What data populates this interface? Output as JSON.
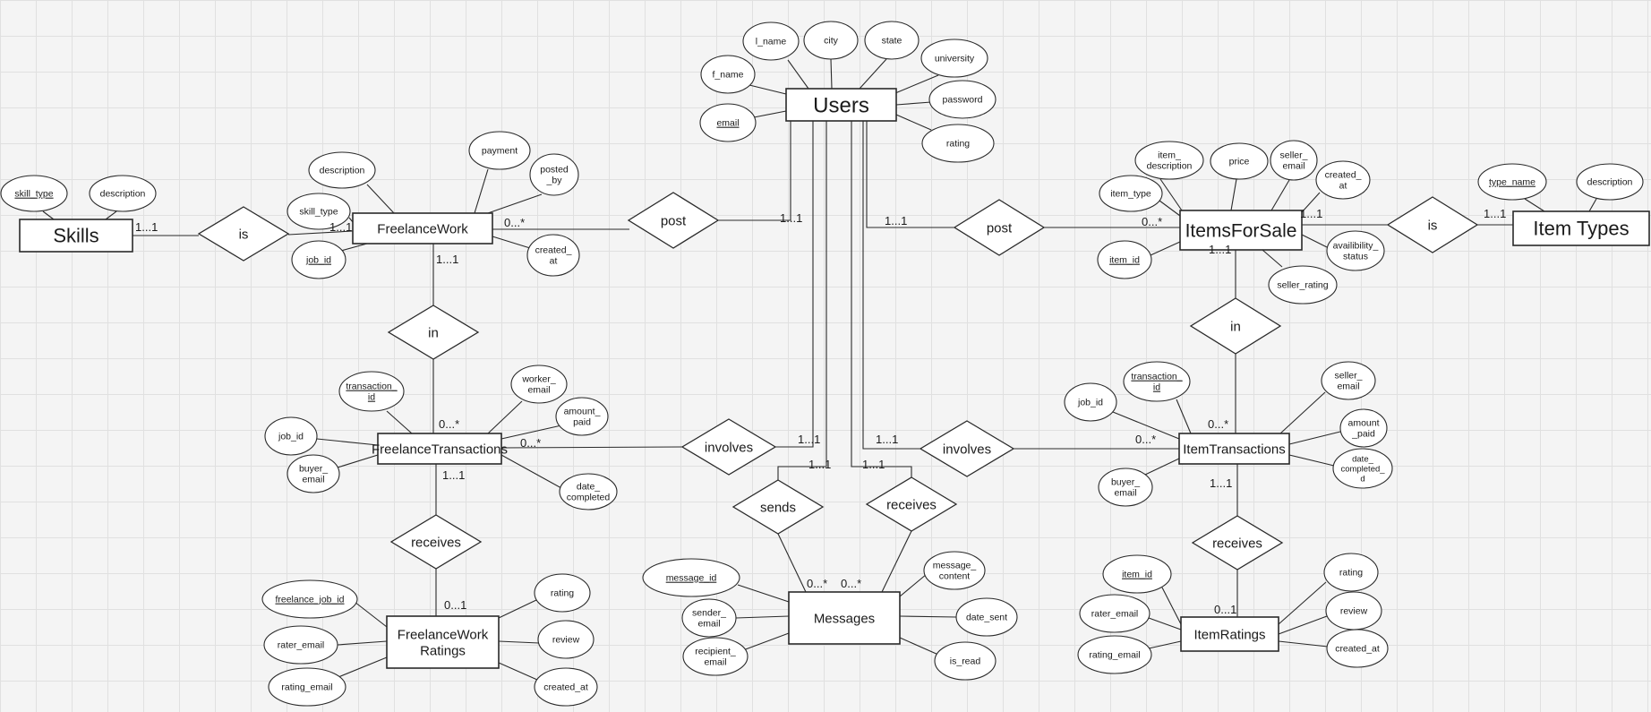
{
  "entities": [
    {
      "id": "users",
      "label": [
        "Users"
      ]
    },
    {
      "id": "skills",
      "label": [
        "Skills"
      ]
    },
    {
      "id": "freelance-work",
      "label": [
        "FreelanceWork"
      ]
    },
    {
      "id": "items-for-sale",
      "label": [
        "ItemsForSale"
      ]
    },
    {
      "id": "item-types",
      "label": [
        "Item Types"
      ]
    },
    {
      "id": "freelance-transactions",
      "label": [
        "FreelanceTransactions"
      ]
    },
    {
      "id": "item-transactions",
      "label": [
        "ItemTransactions"
      ]
    },
    {
      "id": "messages",
      "label": [
        "Messages"
      ]
    },
    {
      "id": "freelance-work-ratings",
      "label": [
        "FreelanceWork",
        "Ratings"
      ]
    },
    {
      "id": "item-ratings",
      "label": [
        "ItemRatings"
      ]
    }
  ],
  "relationships": [
    {
      "id": "is-skills",
      "label": "is"
    },
    {
      "id": "post-freelance",
      "label": "post"
    },
    {
      "id": "post-items",
      "label": "post"
    },
    {
      "id": "is-item-types",
      "label": "is"
    },
    {
      "id": "in-freelance",
      "label": "in"
    },
    {
      "id": "in-items",
      "label": "in"
    },
    {
      "id": "involves-freelance",
      "label": "involves"
    },
    {
      "id": "involves-items",
      "label": "involves"
    },
    {
      "id": "sends",
      "label": "sends"
    },
    {
      "id": "receives-messages",
      "label": "receives"
    },
    {
      "id": "receives-freelance-ratings",
      "label": "receives"
    },
    {
      "id": "receives-item-ratings",
      "label": "receives"
    }
  ],
  "attributes": [
    {
      "id": "users-l-name",
      "lines": [
        "l_name"
      ],
      "key": false
    },
    {
      "id": "users-city",
      "lines": [
        "city"
      ],
      "key": false
    },
    {
      "id": "users-state",
      "lines": [
        "state"
      ],
      "key": false
    },
    {
      "id": "users-f-name",
      "lines": [
        "f_name"
      ],
      "key": false
    },
    {
      "id": "users-university",
      "lines": [
        "university"
      ],
      "key": false
    },
    {
      "id": "users-email",
      "lines": [
        "email"
      ],
      "key": true
    },
    {
      "id": "users-password",
      "lines": [
        "password"
      ],
      "key": false
    },
    {
      "id": "users-rating",
      "lines": [
        "rating"
      ],
      "key": false
    },
    {
      "id": "skills-skill-type",
      "lines": [
        "skill_type"
      ],
      "key": true
    },
    {
      "id": "skills-description",
      "lines": [
        "description"
      ],
      "key": false
    },
    {
      "id": "fw-payment",
      "lines": [
        "payment"
      ],
      "key": false
    },
    {
      "id": "fw-description",
      "lines": [
        "description"
      ],
      "key": false
    },
    {
      "id": "fw-posted-by",
      "lines": [
        "posted",
        "_by"
      ],
      "key": false
    },
    {
      "id": "fw-skill-type",
      "lines": [
        "skill_type"
      ],
      "key": false
    },
    {
      "id": "fw-job-id",
      "lines": [
        "job_id"
      ],
      "key": true
    },
    {
      "id": "fw-created-at",
      "lines": [
        "created_",
        "at"
      ],
      "key": false
    },
    {
      "id": "ifs-item-description",
      "lines": [
        "item_",
        "description"
      ],
      "key": false
    },
    {
      "id": "ifs-price",
      "lines": [
        "price"
      ],
      "key": false
    },
    {
      "id": "ifs-seller-email",
      "lines": [
        "seller_",
        "email"
      ],
      "key": false
    },
    {
      "id": "ifs-created-at",
      "lines": [
        "created_",
        "at"
      ],
      "key": false
    },
    {
      "id": "ifs-item-type",
      "lines": [
        "item_type"
      ],
      "key": false
    },
    {
      "id": "ifs-item-id",
      "lines": [
        "item_id"
      ],
      "key": true
    },
    {
      "id": "ifs-availability-status",
      "lines": [
        "availibility_",
        "status"
      ],
      "key": false
    },
    {
      "id": "ifs-seller-rating",
      "lines": [
        "seller_rating"
      ],
      "key": false
    },
    {
      "id": "it-type-name",
      "lines": [
        "type_name"
      ],
      "key": true
    },
    {
      "id": "it-description",
      "lines": [
        "description"
      ],
      "key": false
    },
    {
      "id": "ft-transaction-id",
      "lines": [
        "transaction_",
        "id"
      ],
      "key": true
    },
    {
      "id": "ft-worker-email",
      "lines": [
        "worker_",
        "email"
      ],
      "key": false
    },
    {
      "id": "ft-amount-paid",
      "lines": [
        "amount_",
        "paid"
      ],
      "key": false
    },
    {
      "id": "ft-job-id",
      "lines": [
        "job_id"
      ],
      "key": false
    },
    {
      "id": "ft-buyer-email",
      "lines": [
        "buyer_",
        "email"
      ],
      "key": false
    },
    {
      "id": "ft-date-completed",
      "lines": [
        "date_",
        "completed"
      ],
      "key": false
    },
    {
      "id": "itx-transaction-id",
      "lines": [
        "transaction_",
        "id"
      ],
      "key": true
    },
    {
      "id": "itx-job-id",
      "lines": [
        "job_id"
      ],
      "key": false
    },
    {
      "id": "itx-seller-email",
      "lines": [
        "seller_",
        "email"
      ],
      "key": false
    },
    {
      "id": "itx-amount-paid",
      "lines": [
        "amount",
        "_paid"
      ],
      "key": false
    },
    {
      "id": "itx-buyer-email",
      "lines": [
        "buyer_",
        "email"
      ],
      "key": false
    },
    {
      "id": "itx-date-completed",
      "lines": [
        "date_",
        "completed_",
        "d"
      ],
      "key": false
    },
    {
      "id": "msg-message-id",
      "lines": [
        "message_id"
      ],
      "key": true
    },
    {
      "id": "msg-message-content",
      "lines": [
        "message_",
        "content"
      ],
      "key": false
    },
    {
      "id": "msg-sender-email",
      "lines": [
        "sender_",
        "email"
      ],
      "key": false
    },
    {
      "id": "msg-date-sent",
      "lines": [
        "date_sent"
      ],
      "key": false
    },
    {
      "id": "msg-recipient-email",
      "lines": [
        "recipient_",
        "email"
      ],
      "key": false
    },
    {
      "id": "msg-is-read",
      "lines": [
        "is_read"
      ],
      "key": false
    },
    {
      "id": "fwr-freelance-job-id",
      "lines": [
        "freelance_job_id"
      ],
      "key": true
    },
    {
      "id": "fwr-rating",
      "lines": [
        "rating"
      ],
      "key": false
    },
    {
      "id": "fwr-rater-email",
      "lines": [
        "rater_email"
      ],
      "key": false
    },
    {
      "id": "fwr-review",
      "lines": [
        "review"
      ],
      "key": false
    },
    {
      "id": "fwr-rating-email",
      "lines": [
        "rating_email"
      ],
      "key": false
    },
    {
      "id": "fwr-created-at",
      "lines": [
        "created_at"
      ],
      "key": false
    },
    {
      "id": "ir-item-id",
      "lines": [
        "item_id"
      ],
      "key": true
    },
    {
      "id": "ir-rating",
      "lines": [
        "rating"
      ],
      "key": false
    },
    {
      "id": "ir-rater-email",
      "lines": [
        "rater_email"
      ],
      "key": false
    },
    {
      "id": "ir-review",
      "lines": [
        "review"
      ],
      "key": false
    },
    {
      "id": "ir-rating-email",
      "lines": [
        "rating_email"
      ],
      "key": false
    },
    {
      "id": "ir-created-at",
      "lines": [
        "created_at"
      ],
      "key": false
    }
  ],
  "cardinalities": [
    {
      "id": "card-skills-is",
      "text": "1...1"
    },
    {
      "id": "card-fw-is",
      "text": "1...1"
    },
    {
      "id": "card-fw-post",
      "text": "0...*"
    },
    {
      "id": "card-users-post-fw",
      "text": "1...1"
    },
    {
      "id": "card-users-post-ifs",
      "text": "1...1"
    },
    {
      "id": "card-ifs-post",
      "text": "0...*"
    },
    {
      "id": "card-ifs-is",
      "text": "1...1"
    },
    {
      "id": "card-it-is",
      "text": "1...1"
    },
    {
      "id": "card-fw-in",
      "text": "1...1"
    },
    {
      "id": "card-ifs-in",
      "text": "1...1"
    },
    {
      "id": "card-ft-in",
      "text": "0...*"
    },
    {
      "id": "card-itx-in",
      "text": "0...*"
    },
    {
      "id": "card-ft-involves",
      "text": "0...*"
    },
    {
      "id": "card-users-involves-ft",
      "text": "1...1"
    },
    {
      "id": "card-users-involves-itx",
      "text": "1...1"
    },
    {
      "id": "card-itx-involves",
      "text": "0...*"
    },
    {
      "id": "card-users-sends",
      "text": "1...1"
    },
    {
      "id": "card-users-receives",
      "text": "1...1"
    },
    {
      "id": "card-ft-receives",
      "text": "1...1"
    },
    {
      "id": "card-itx-receives",
      "text": "1...1"
    },
    {
      "id": "card-msg-sends",
      "text": "0...*"
    },
    {
      "id": "card-msg-receives",
      "text": "0...*"
    },
    {
      "id": "card-fwr-receives",
      "text": "0...1"
    },
    {
      "id": "card-ir-receives",
      "text": "0...1"
    }
  ]
}
